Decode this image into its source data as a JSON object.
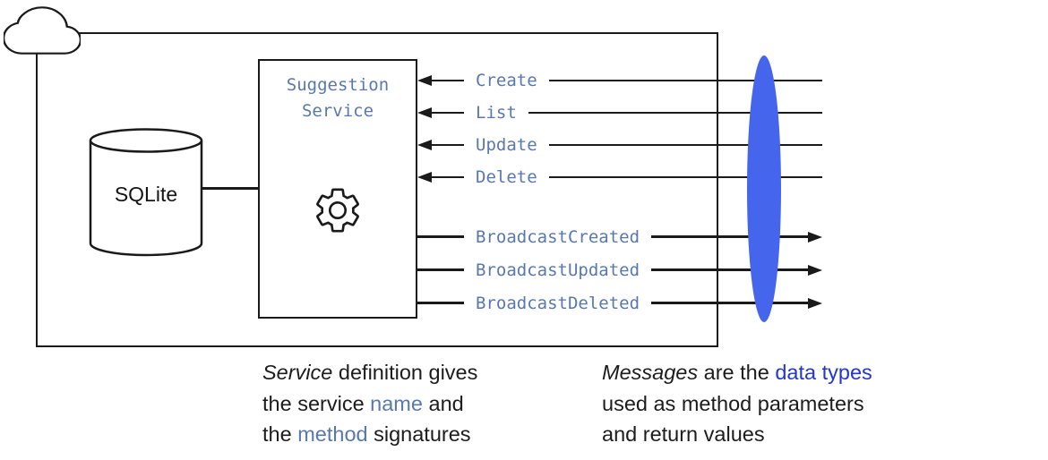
{
  "colors": {
    "line": "#1a1a1a",
    "steel_blue": "#5878ae",
    "accent_blue": "#2236d1",
    "ellipse_blue": "#4565ec"
  },
  "icons": {
    "cloud": "cloud-icon",
    "database": "database-cylinder-icon",
    "gear": "gear-icon",
    "request_arrow": "arrowhead-left-icon",
    "broadcast_arrow": "arrowhead-right-icon"
  },
  "diagram": {
    "database_label": "SQLite",
    "service_title_line1": "Suggestion",
    "service_title_line2": "Service",
    "request_methods": [
      "Create",
      "List",
      "Update",
      "Delete"
    ],
    "broadcast_methods": [
      "BroadcastCreated",
      "BroadcastUpdated",
      "BroadcastDeleted"
    ]
  },
  "captions": {
    "left": {
      "l1_italic": "Service",
      "l1_rest": " definition gives",
      "l2_pre": "the service ",
      "l2_blue": "name",
      "l2_post": " and",
      "l3_pre": "the ",
      "l3_blue": "method",
      "l3_post": " signatures"
    },
    "right": {
      "l1_italic": "Messages",
      "l1_mid": " are the ",
      "l1_blue": "data types",
      "l2": "used as method parameters",
      "l3": "and return values"
    }
  }
}
